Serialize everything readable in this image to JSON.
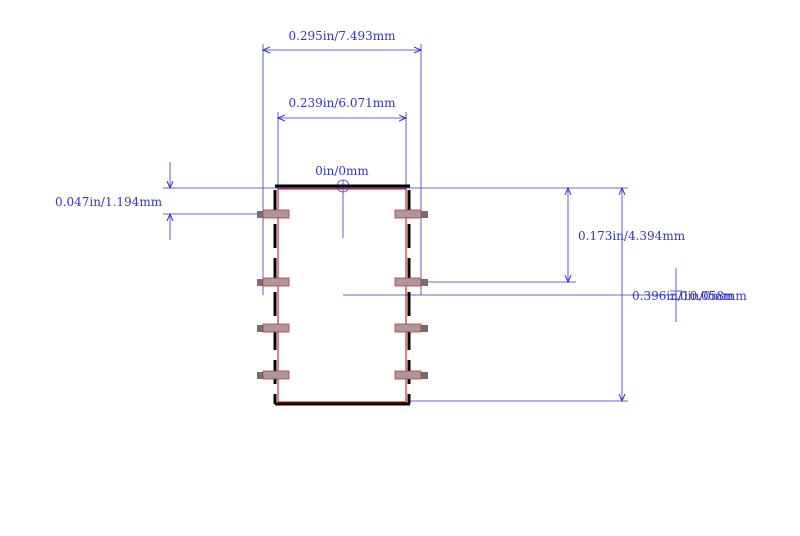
{
  "colors": {
    "background": "#ffffff",
    "dimension": "#3333cc",
    "outline": "#000000",
    "body": "#cc0000",
    "pad_fill": "#a89a9a",
    "pad_edge": "#cc3333",
    "pin": "#707070"
  },
  "labels": {
    "overall_width": "0.295in/7.493mm",
    "body_width": "0.239in/6.071mm",
    "origin": "0in/0mm",
    "pin_pitch": "0.047in/1.194mm",
    "row_span": "0.173in/4.394mm",
    "overall_height": "0.396in/10.058mm",
    "offset": "0in/0mm"
  }
}
